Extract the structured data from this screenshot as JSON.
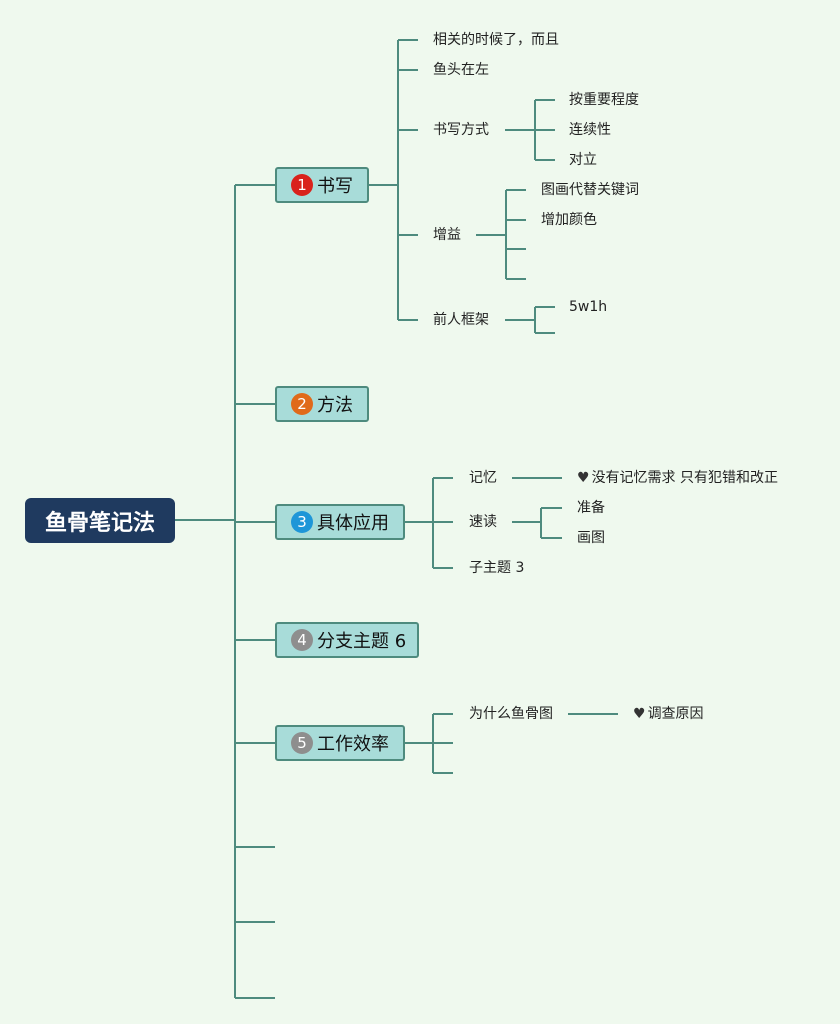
{
  "root": {
    "label": "鱼骨笔记法"
  },
  "colors": {
    "background": "#eff9ee",
    "line": "#4e8b7e",
    "root_bg": "#1f3a5f",
    "node_bg": "#a8dcd9",
    "badge1": "#d9221c",
    "badge2": "#e06a1a",
    "badge3": "#1e96d8",
    "badge4": "#8e8e8e",
    "badge5": "#8e8e8e"
  },
  "branches": [
    {
      "number": "1",
      "label": "书写",
      "children": [
        {
          "label": "相关的时候了，而且"
        },
        {
          "label": "鱼头在左"
        },
        {
          "label": "书写方式",
          "children": [
            "按重要程度",
            "连续性",
            "对立"
          ]
        },
        {
          "label": "增益",
          "children": [
            "图画代替关键词",
            "增加颜色",
            "",
            ""
          ]
        },
        {
          "label": "前人框架",
          "children": [
            "5w1h",
            ""
          ]
        }
      ]
    },
    {
      "number": "2",
      "label": "方法",
      "children": []
    },
    {
      "number": "3",
      "label": "具体应用",
      "children": [
        {
          "label": "记忆",
          "children": [
            {
              "icon": "heart-icon",
              "label": "没有记忆需求 只有犯错和改正"
            }
          ]
        },
        {
          "label": "速读",
          "children": [
            "准备",
            "画图"
          ]
        },
        {
          "label": "子主题 3"
        }
      ]
    },
    {
      "number": "4",
      "label": "分支主题 6",
      "children": []
    },
    {
      "number": "5",
      "label": "工作效率",
      "children": [
        {
          "label": "为什么鱼骨图",
          "children": [
            {
              "icon": "heart-icon",
              "label": "调查原因"
            }
          ]
        },
        {
          "label": ""
        },
        {
          "label": ""
        }
      ]
    }
  ]
}
